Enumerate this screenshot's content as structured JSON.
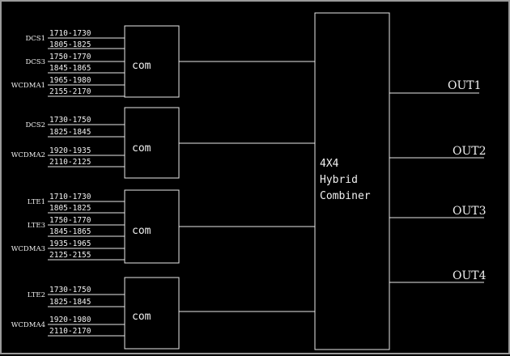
{
  "combiner": {
    "lines": [
      "4X4",
      "Hybrid",
      "Combiner"
    ]
  },
  "groups": [
    {
      "com_label": "com",
      "signals": [
        {
          "name": "DCS1",
          "bands": [
            "1710-1730",
            "1805-1825"
          ]
        },
        {
          "name": "DCS3",
          "bands": [
            "1750-1770",
            "1845-1865"
          ]
        },
        {
          "name": "WCDMA1",
          "bands": [
            "1965-1980",
            "2155-2170"
          ]
        }
      ]
    },
    {
      "com_label": "com",
      "signals": [
        {
          "name": "DCS2",
          "bands": [
            "1730-1750",
            "1825-1845"
          ]
        },
        {
          "name": "WCDMA2",
          "bands": [
            "1920-1935",
            "2110-2125"
          ]
        }
      ]
    },
    {
      "com_label": "com",
      "signals": [
        {
          "name": "LTE1",
          "bands": [
            "1710-1730",
            "1805-1825"
          ]
        },
        {
          "name": "LTE3",
          "bands": [
            "1750-1770",
            "1845-1865"
          ]
        },
        {
          "name": "WCDMA3",
          "bands": [
            "1935-1965",
            "2125-2155"
          ]
        }
      ]
    },
    {
      "com_label": "com",
      "signals": [
        {
          "name": "LTE2",
          "bands": [
            "1730-1750",
            "1825-1845"
          ]
        },
        {
          "name": "WCDMA4",
          "bands": [
            "1920-1980",
            "2110-2170"
          ]
        }
      ]
    }
  ],
  "outputs": [
    "OUT1",
    "OUT2",
    "OUT3",
    "OUT4"
  ]
}
